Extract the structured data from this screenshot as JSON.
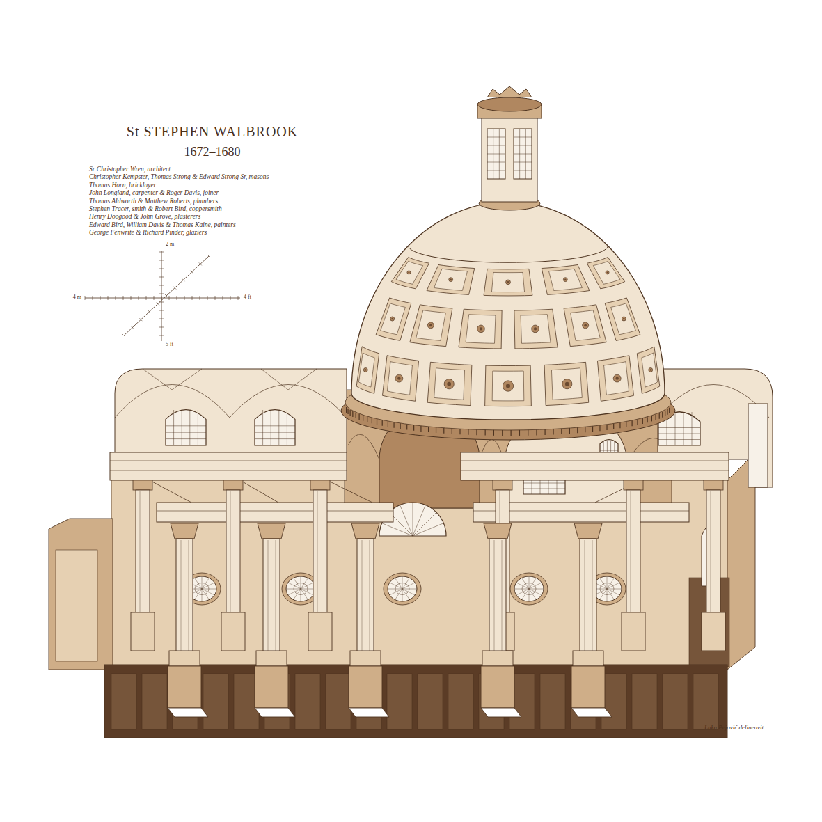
{
  "diagram": {
    "title": "St STEPHEN WALBROOK",
    "labels": [
      "1672–1680",
      "Sr Christopher Wren, architect",
      "Christopher Kempster, Thomas Strong & Edward Strong Sr, masons",
      "Thomas Horn, bricklayer",
      "John Longland, carpenter & Roger Davis, joiner",
      "Thomas Aldworth & Matthew Roberts, plumbers",
      "Stephen Tracer, smith & Robert Bird, coppersmith",
      "Henry Doogood & John Grove, plasterers",
      "Edward Bird, William Davis & Thomas Kaine, painters",
      "George Fenwrite & Richard Pinder, glaziers",
      "2 m",
      "4 m",
      "4 ft",
      "5 ft",
      "Luka Pejović delineavit"
    ]
  }
}
